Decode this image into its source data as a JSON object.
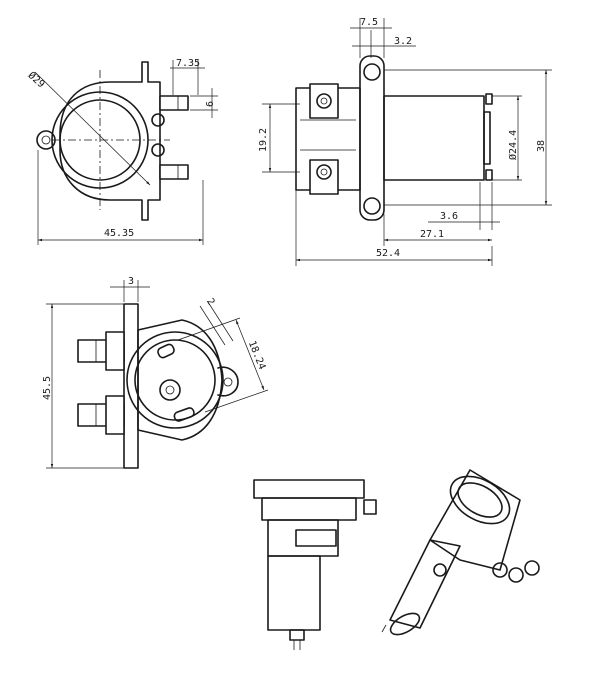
{
  "dimensions": {
    "front_view": {
      "diameter": "Ø29",
      "port_width": "7.35",
      "port_height": "6",
      "overall_width": "45.35"
    },
    "side_view": {
      "flange_width": "7.5",
      "flange_offset": "3.2",
      "port_spacing": "19.2",
      "motor_diameter": "Ø24.4",
      "overall_height": "38",
      "terminal_length": "3.6",
      "motor_length": "27.1",
      "overall_length": "52.4"
    },
    "rear_view": {
      "flange_thickness": "3",
      "pin_diameter": "2",
      "pin_offset": "18.24",
      "overall_height": "45.5"
    }
  }
}
